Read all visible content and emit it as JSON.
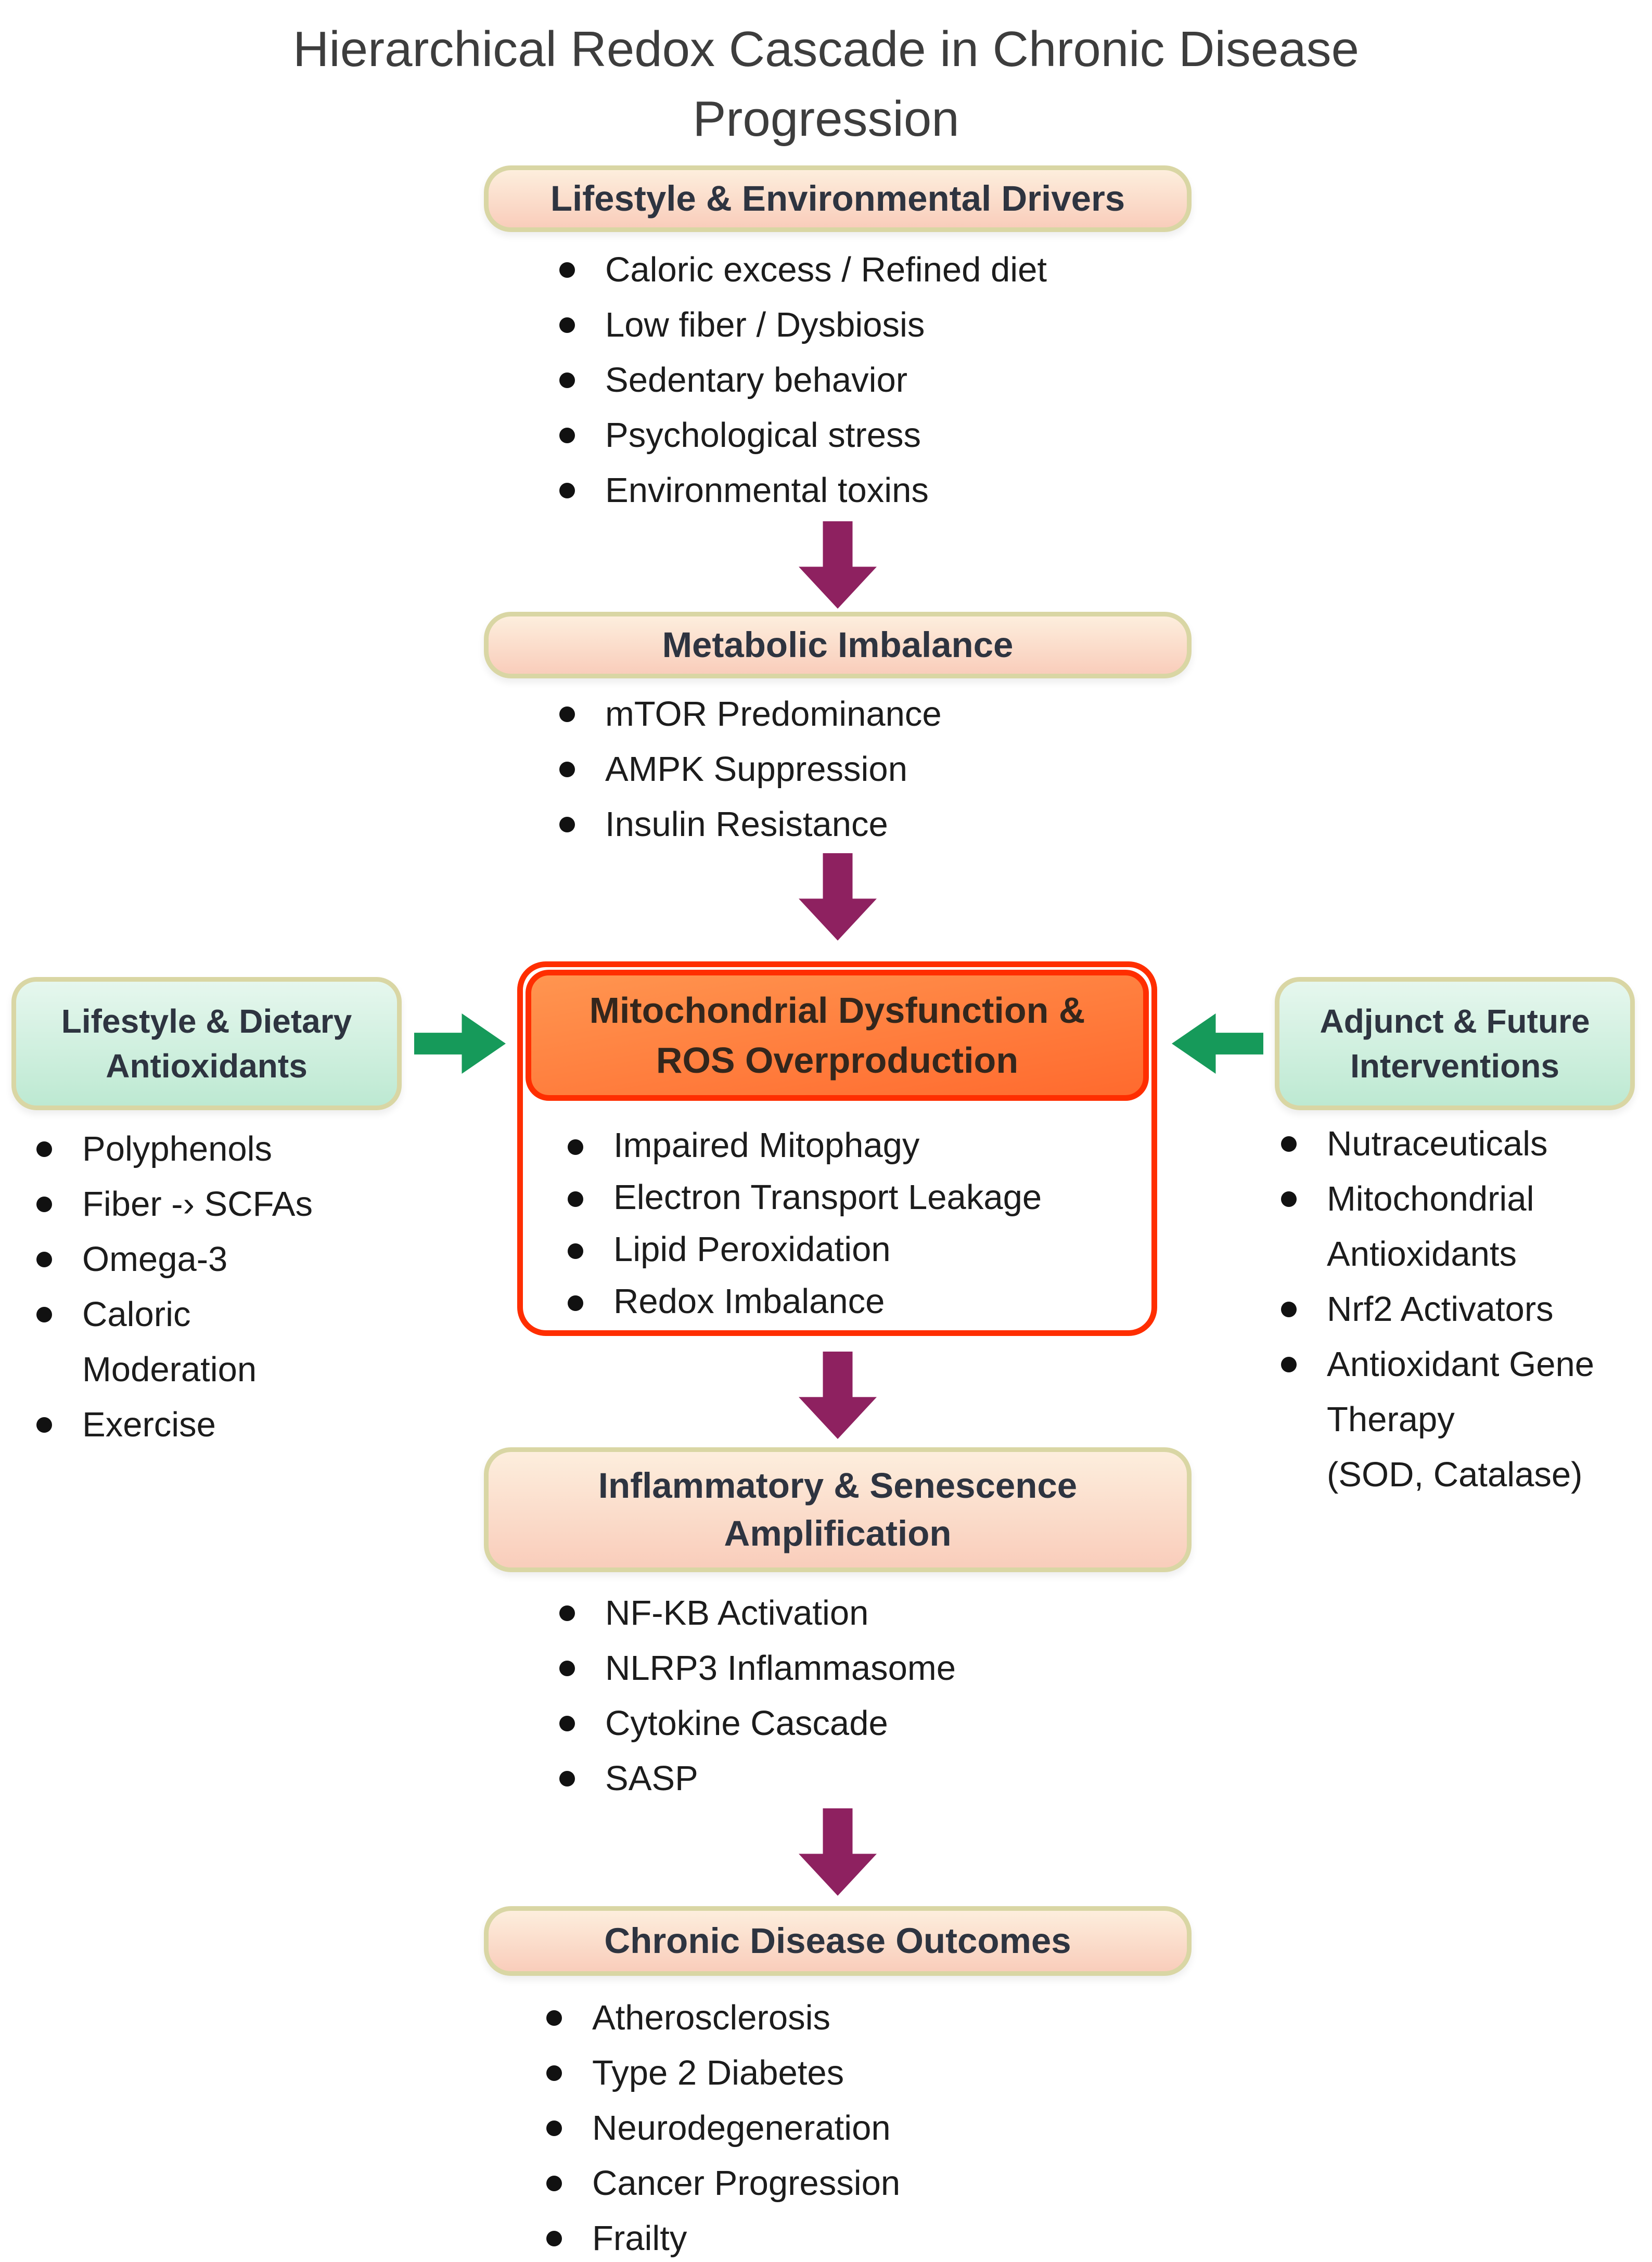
{
  "title": "Hierarchical Redox Cascade in Chronic Disease Progression",
  "stages": {
    "drivers": {
      "label": "Lifestyle & Environmental Drivers",
      "items": [
        "Caloric excess / Refined diet",
        "Low fiber / Dysbiosis",
        "Sedentary behavior",
        "Psychological stress",
        "Environmental toxins"
      ]
    },
    "metabolic": {
      "label": "Metabolic Imbalance",
      "items": [
        "mTOR Predominance",
        "AMPK Suppression",
        "Insulin Resistance"
      ]
    },
    "mitochondrial": {
      "label": "Mitochondrial Dysfunction & ROS Overproduction",
      "items": [
        "Impaired Mitophagy",
        "Electron Transport Leakage",
        "Lipid Peroxidation",
        "Redox Imbalance"
      ]
    },
    "inflammatory": {
      "label": "Inflammatory & Senescence Amplification",
      "items": [
        "NF-KB Activation",
        "NLRP3 Inflammasome",
        "Cytokine Cascade",
        "SASP"
      ]
    },
    "outcomes": {
      "label": "Chronic Disease Outcomes",
      "items": [
        "Atherosclerosis",
        "Type 2 Diabetes",
        "Neurodegeneration",
        "Cancer Progression",
        "Frailty"
      ]
    }
  },
  "side_left": {
    "label": "Lifestyle & Dietary Antioxidants",
    "items": [
      "Polyphenols",
      "Fiber -› SCFAs",
      "Omega-3",
      "Caloric Moderation",
      "Exercise"
    ]
  },
  "side_right": {
    "label": "Adjunct & Future Interventions",
    "items": [
      "Nutraceuticals",
      "Mitochondrial Antioxidants",
      "Nrf2 Activators",
      "Antioxidant Gene Therapy\n(SOD, Catalase)"
    ]
  },
  "colors": {
    "peach1": "#fdeedd",
    "peach2": "#f9cdbb",
    "khaki": "#d9d6a4",
    "mint1": "#e6f7ee",
    "mint2": "#bde9d2",
    "red": "#ff2e00",
    "orange1": "#ff9550",
    "orange2": "#ff6a2e",
    "magenta": "#8e2160",
    "green": "#169a5a",
    "ink": "#1c1c1c",
    "head": "#2e3440"
  }
}
